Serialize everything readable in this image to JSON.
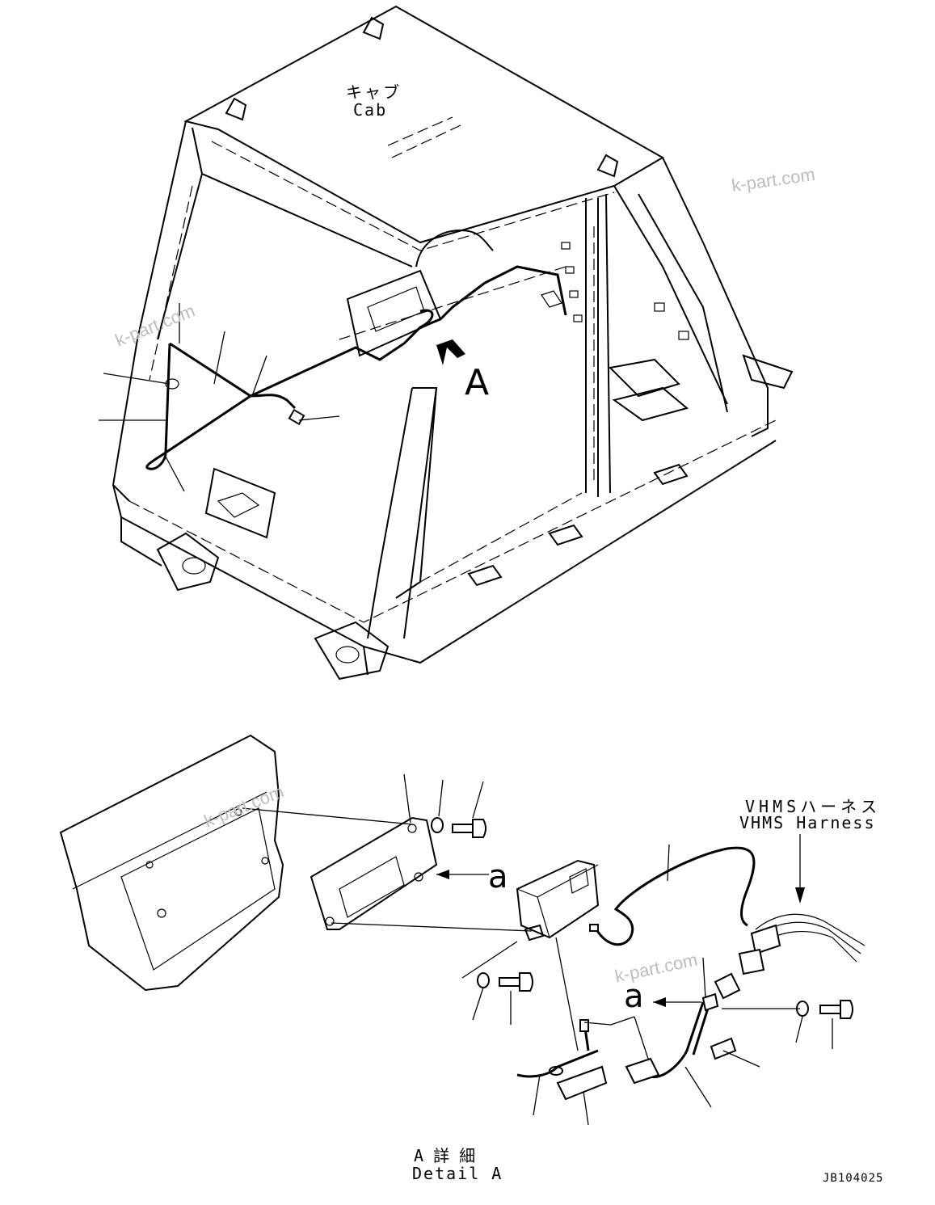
{
  "labels": {
    "cab_jp": "キャブ",
    "cab_en": "Cab",
    "view_a": "A",
    "vhms_jp": "VHMSハーネス",
    "vhms_en": "VHMS Harness",
    "ref_a1": "a",
    "ref_a2": "a",
    "detail_jp": "A 詳 細",
    "detail_en": "Detail A",
    "drawing_no": "JB104025"
  },
  "watermarks": [
    "k-part.com",
    "k-part.com",
    "k-part.com",
    "k-part.com"
  ]
}
